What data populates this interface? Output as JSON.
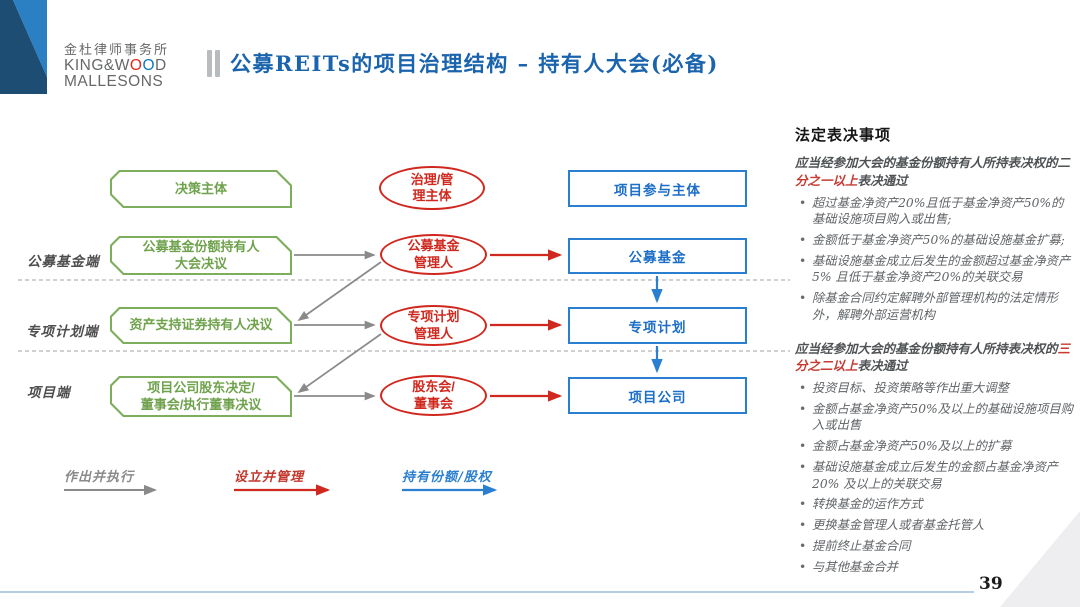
{
  "logo": {
    "cn": "金杜律师事务所",
    "en1": "KING&W",
    "o1": "O",
    "o2": "O",
    "en2": "D",
    "en3": "MALLESONS"
  },
  "header": {
    "title": "公募REITs的项目治理结构 – 持有人大会(必备)"
  },
  "diagram": {
    "column_headers": {
      "decision": "决策主体",
      "governance": "治理/管\n理主体",
      "participants": "项目参与主体"
    },
    "row_labels": [
      "公募基金端",
      "专项计划端",
      "项目端"
    ],
    "decision_boxes": [
      "公募基金份额持有人\n大会决议",
      "资产支持证券持有人决议",
      "项目公司股东决定/\n董事会/执行董事决议"
    ],
    "governance_ovals": [
      "公募基金\n管理人",
      "专项计划\n管理人",
      "股东会/\n董事会"
    ],
    "participant_boxes": [
      "公募基金",
      "专项计划",
      "项目公司"
    ],
    "legend": [
      {
        "label": "作出并执行",
        "color": "#8a8a8a"
      },
      {
        "label": "设立并管理",
        "color": "#d0281e"
      },
      {
        "label": "持有份额/股权",
        "color": "#2b7fd0"
      }
    ]
  },
  "panel": {
    "title": "法定表决事项",
    "sections": [
      {
        "intro_pre": "应当经参加大会的基金份额持有人所持表决权的二",
        "intro_red": "分之一以上",
        "intro_post": "表决通过",
        "bullets": [
          "超过基金净资产20%且低于基金净资产50%的基础设施项目购入或出售;",
          "金额低于基金净资产50%的基础设施基金扩募;",
          "基础设施基金成立后发生的金额超过基金净资产5% 且低于基金净资产20%的关联交易",
          "除基金合同约定解聘外部管理机构的法定情形外，解聘外部运营机构"
        ]
      },
      {
        "intro_pre": "应当经参加大会的基金份额持有人所持表决权的",
        "intro_red": "三分之二以上",
        "intro_post": "表决通过",
        "bullets": [
          "投资目标、投资策略等作出重大调整",
          "金额占基金净资产50%及以上的基础设施项目购入或出售",
          "金额占基金净资产50%及以上的扩募",
          "基础设施基金成立后发生的金额占基金净资产20% 及以上的关联交易",
          "转换基金的运作方式",
          "更换基金管理人或者基金托管人",
          "提前终止基金合同",
          "与其他基金合并"
        ]
      }
    ]
  },
  "footer": {
    "page": "39"
  },
  "colors": {
    "title_blue": "#1a64ae",
    "green": "#7dae5c",
    "red": "#d0281e",
    "blue": "#2b7fd0",
    "navy": "#1d4d73",
    "light_blue": "#2b80c4",
    "footer_rule": "#b5cde3"
  }
}
